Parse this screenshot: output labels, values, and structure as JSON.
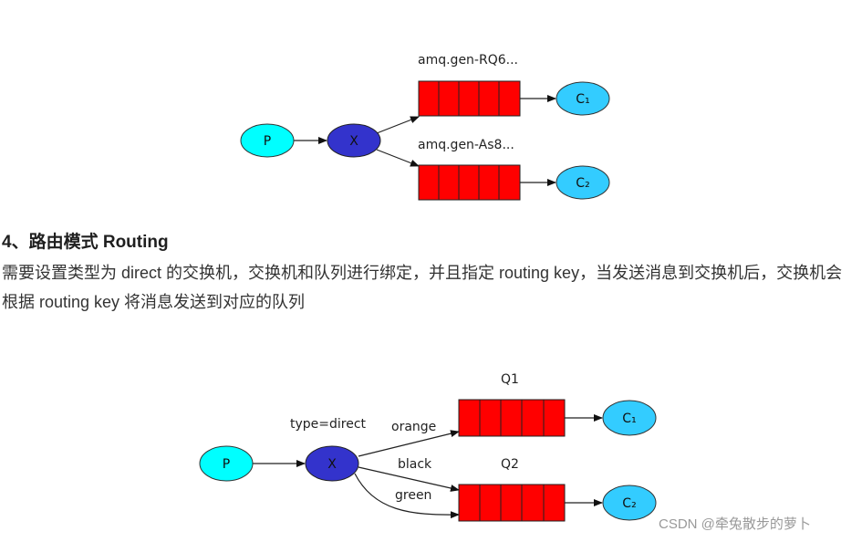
{
  "diagram1": {
    "producer": "P",
    "exchange": "X",
    "queue1_label": "amq.gen-RQ6...",
    "queue2_label": "amq.gen-As8...",
    "consumer1": "C₁",
    "consumer2": "C₂"
  },
  "section": {
    "heading": "4、路由模式 Routing",
    "paragraph": "需要设置类型为 direct 的交换机，交换机和队列进行绑定，并且指定 routing key，当发送消息到交换机后，交换机会根据 routing key 将消息发送到对应的队列"
  },
  "diagram2": {
    "producer": "P",
    "exchange": "X",
    "exchange_type": "type=direct",
    "queue1_label": "Q1",
    "queue2_label": "Q2",
    "binding_orange": "orange",
    "binding_black": "black",
    "binding_green": "green",
    "consumer1": "C₁",
    "consumer2": "C₂"
  },
  "watermark": "CSDN @牵兔散步的萝卜",
  "colors": {
    "producer_fill": "#00ffff",
    "exchange_fill": "#3333cc",
    "queue_fill": "#ff0000",
    "consumer_fill": "#33ccff"
  }
}
